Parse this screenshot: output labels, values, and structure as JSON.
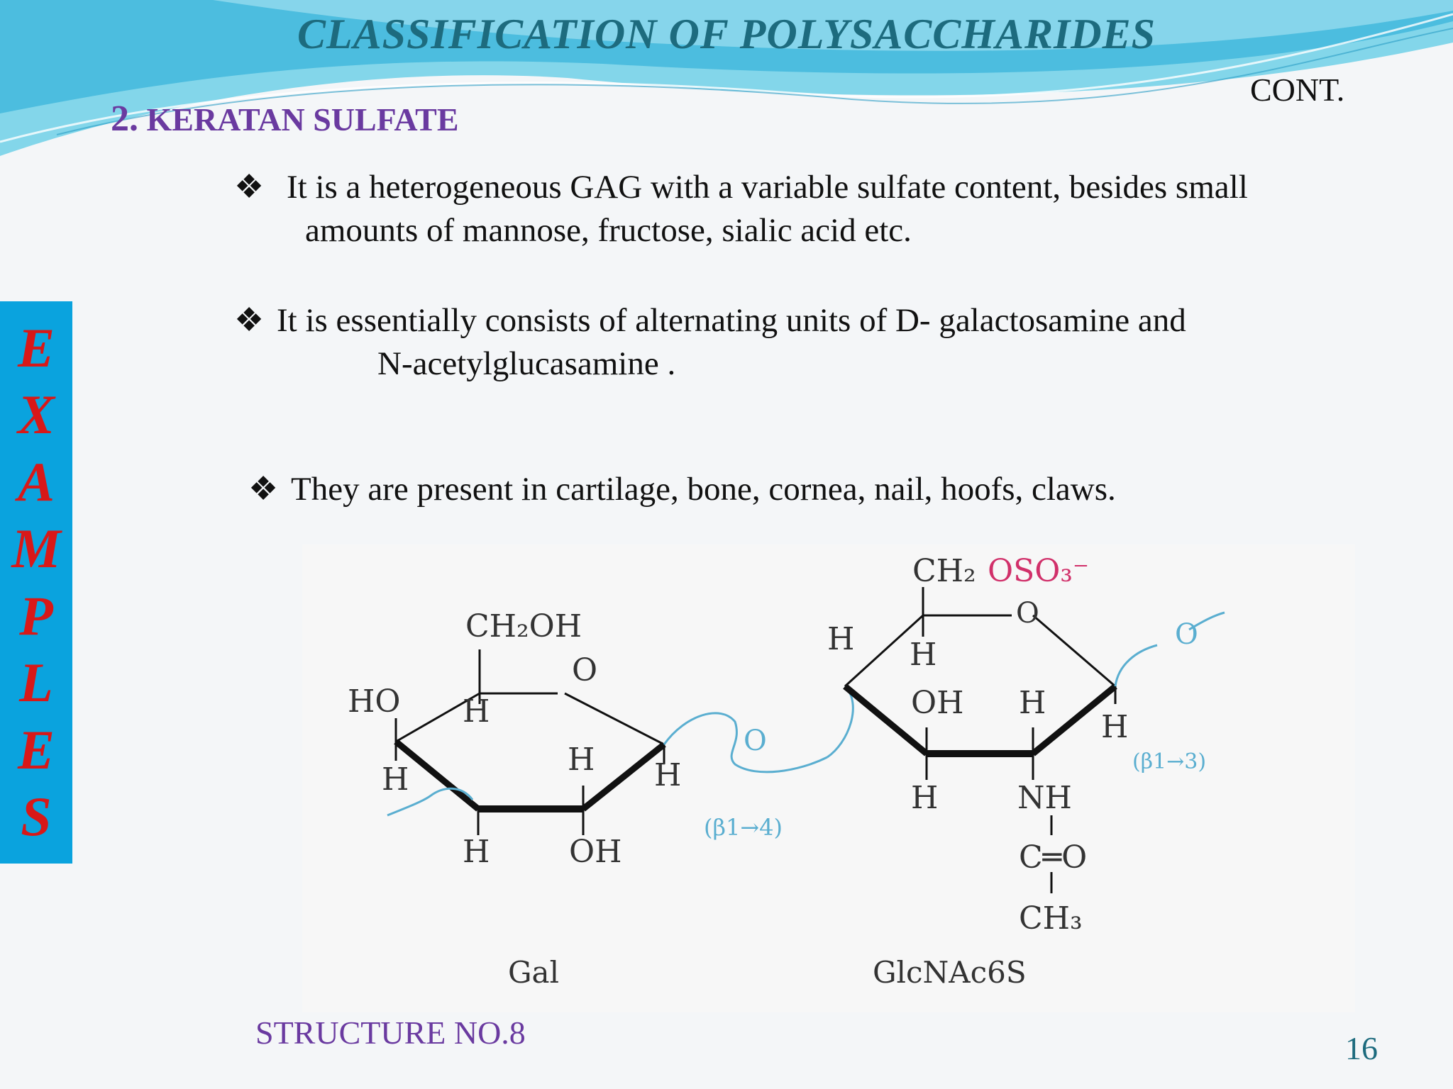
{
  "header": {
    "title": "CLASSIFICATION  OF  POLYSACCHARIDES",
    "cont": "CONT.",
    "section_number": "2.",
    "section_title": "KERATAN  SULFATE"
  },
  "sidebar": {
    "letters": [
      "E",
      "X",
      "A",
      "M",
      "P",
      "L",
      "E",
      "S"
    ]
  },
  "bullets": [
    {
      "symbol": "❖",
      "line1": "It is a heterogeneous GAG with a variable sulfate content, besides small",
      "line2": "amounts of mannose, fructose, sialic acid etc."
    },
    {
      "symbol": "❖",
      "line1": "It is essentially   consists of alternating units of  D- galactosamine  and",
      "line2": "N-acetylglucasamine ."
    },
    {
      "symbol": "❖",
      "line1": "They are present in cartilage, bone, cornea, nail, hoofs, claws."
    }
  ],
  "structure": {
    "gal": {
      "ch2oh": "CH₂OH",
      "ring_o": "O",
      "ho": "HO",
      "h_c4": "H",
      "h_c1": "H",
      "h_c5": "H",
      "h_c3": "H",
      "h_c2": "H",
      "oh": "OH",
      "label": "Gal"
    },
    "glcnac": {
      "ch2": "CH₂",
      "oso3": "OSO₃⁻",
      "ring_o": "O",
      "h_c4_out": "H",
      "h_c5": "H",
      "oh": "OH",
      "h_c2_up": "H",
      "h_c1": "H",
      "h_c3": "H",
      "nh": "NH",
      "co": "C═O",
      "ch3": "CH₃",
      "label": "GlcNAc6S"
    },
    "link_o": "O",
    "tail_o": "O",
    "link1": "(β1→4)",
    "link2": "(β1→3)"
  },
  "footer": {
    "caption": "STRUCTURE  NO.8",
    "page": "16"
  },
  "colors": {
    "title": "#1d6b7e",
    "subhead": "#6a3aa0",
    "sidebar_bg": "#0aa3de",
    "sidebar_text": "#d81818",
    "sulfate": "#d1306a",
    "link": "#5aaed0"
  }
}
